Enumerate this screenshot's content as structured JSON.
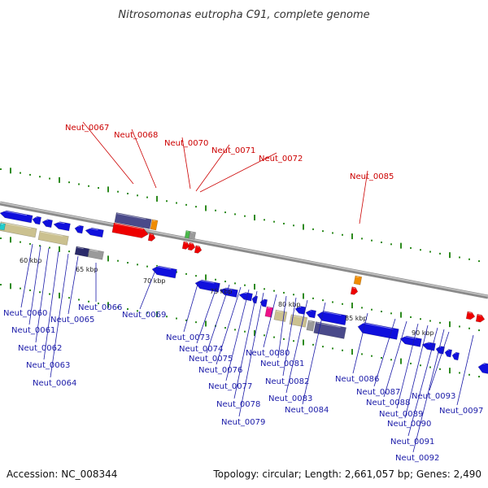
{
  "title": "Nitrosomonas eutropha C91, complete genome",
  "accession": "Accession: NC_008344",
  "topology": "Topology: circular; Length: 2,661,057 bp; Genes: 2,490",
  "colors": {
    "backbone": "#8a8a8a",
    "tick": "#2e8b1f",
    "label_red": "#cc0000",
    "label_blue": "#1a1aa8",
    "forward_cds": "#ee0000",
    "reverse_cds": "#1010dd",
    "tan": "#cbc190",
    "slate": "#4a4a8a",
    "orange": "#f08c00",
    "green": "#4ab84a",
    "grey": "#9a9a9a",
    "magenta": "#ee1188",
    "cyan": "#22cccc",
    "navy": "#2a2a6a"
  },
  "scale_labels": [
    "60 kbp",
    "65 kbp",
    "70 kbp",
    "75 kbp",
    "80 kbp",
    "85 kbp",
    "90 kbp"
  ],
  "red_labels": [
    "Neut_0067",
    "Neut_0068",
    "Neut_0070",
    "Neut_0071",
    "Neut_0072",
    "Neut_0085"
  ],
  "blue_labels": [
    "Neut_0060",
    "Neut_0061",
    "Neut_0062",
    "Neut_0063",
    "Neut_0064",
    "Neut_0065",
    "Neut_0066",
    "Neut_0069",
    "Neut_0073",
    "Neut_0074",
    "Neut_0075",
    "Neut_0076",
    "Neut_0077",
    "Neut_0078",
    "Neut_0079",
    "Neut_0080",
    "Neut_0081",
    "Neut_0082",
    "Neut_0083",
    "Neut_0084",
    "Neut_0086",
    "Neut_0087",
    "Neut_0088",
    "Neut_0089",
    "Neut_0090",
    "Neut_0091",
    "Neut_0092",
    "Neut_0093",
    "Neut_0097"
  ]
}
